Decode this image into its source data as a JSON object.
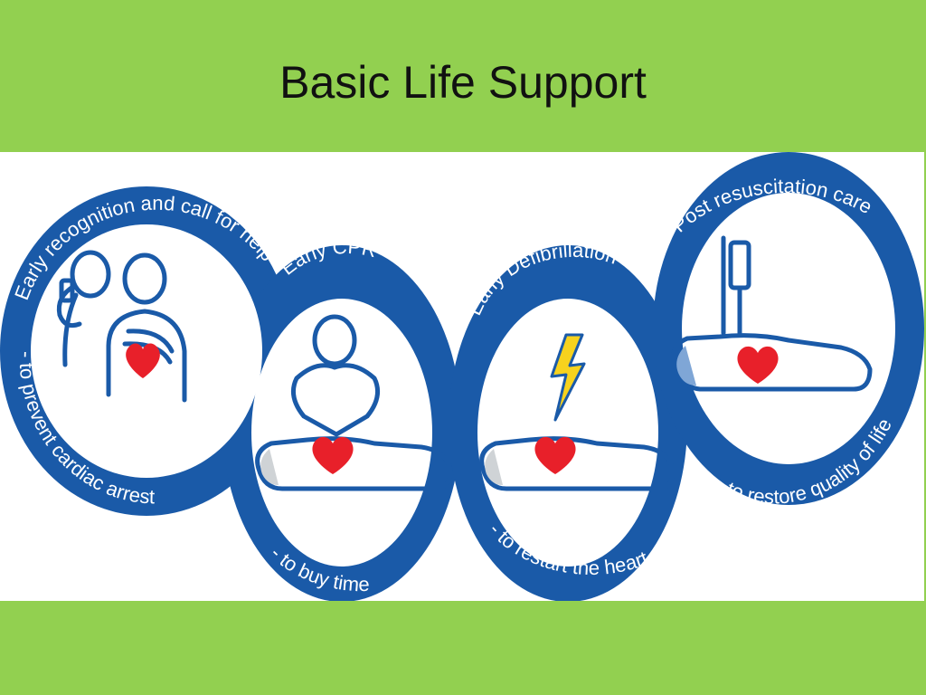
{
  "slide": {
    "title": "Basic Life Support"
  },
  "chain": {
    "links": [
      {
        "heading": "Early recognition and call for help",
        "purpose": "- to prevent cardiac arrest",
        "icon": "phone-call-icon"
      },
      {
        "heading": "Early CPR",
        "purpose": "- to buy time",
        "icon": "cpr-icon"
      },
      {
        "heading": "Early Defibrillation",
        "purpose": "- to restart the heart",
        "icon": "lightning-bolt-icon"
      },
      {
        "heading": "Post resuscitation care",
        "purpose": "- to restore quality of life",
        "icon": "iv-drip-icon"
      }
    ]
  },
  "colors": {
    "background": "#92d050",
    "ring": "#1a5aa8",
    "heart": "#e8202a",
    "bolt": "#f7d21e"
  }
}
